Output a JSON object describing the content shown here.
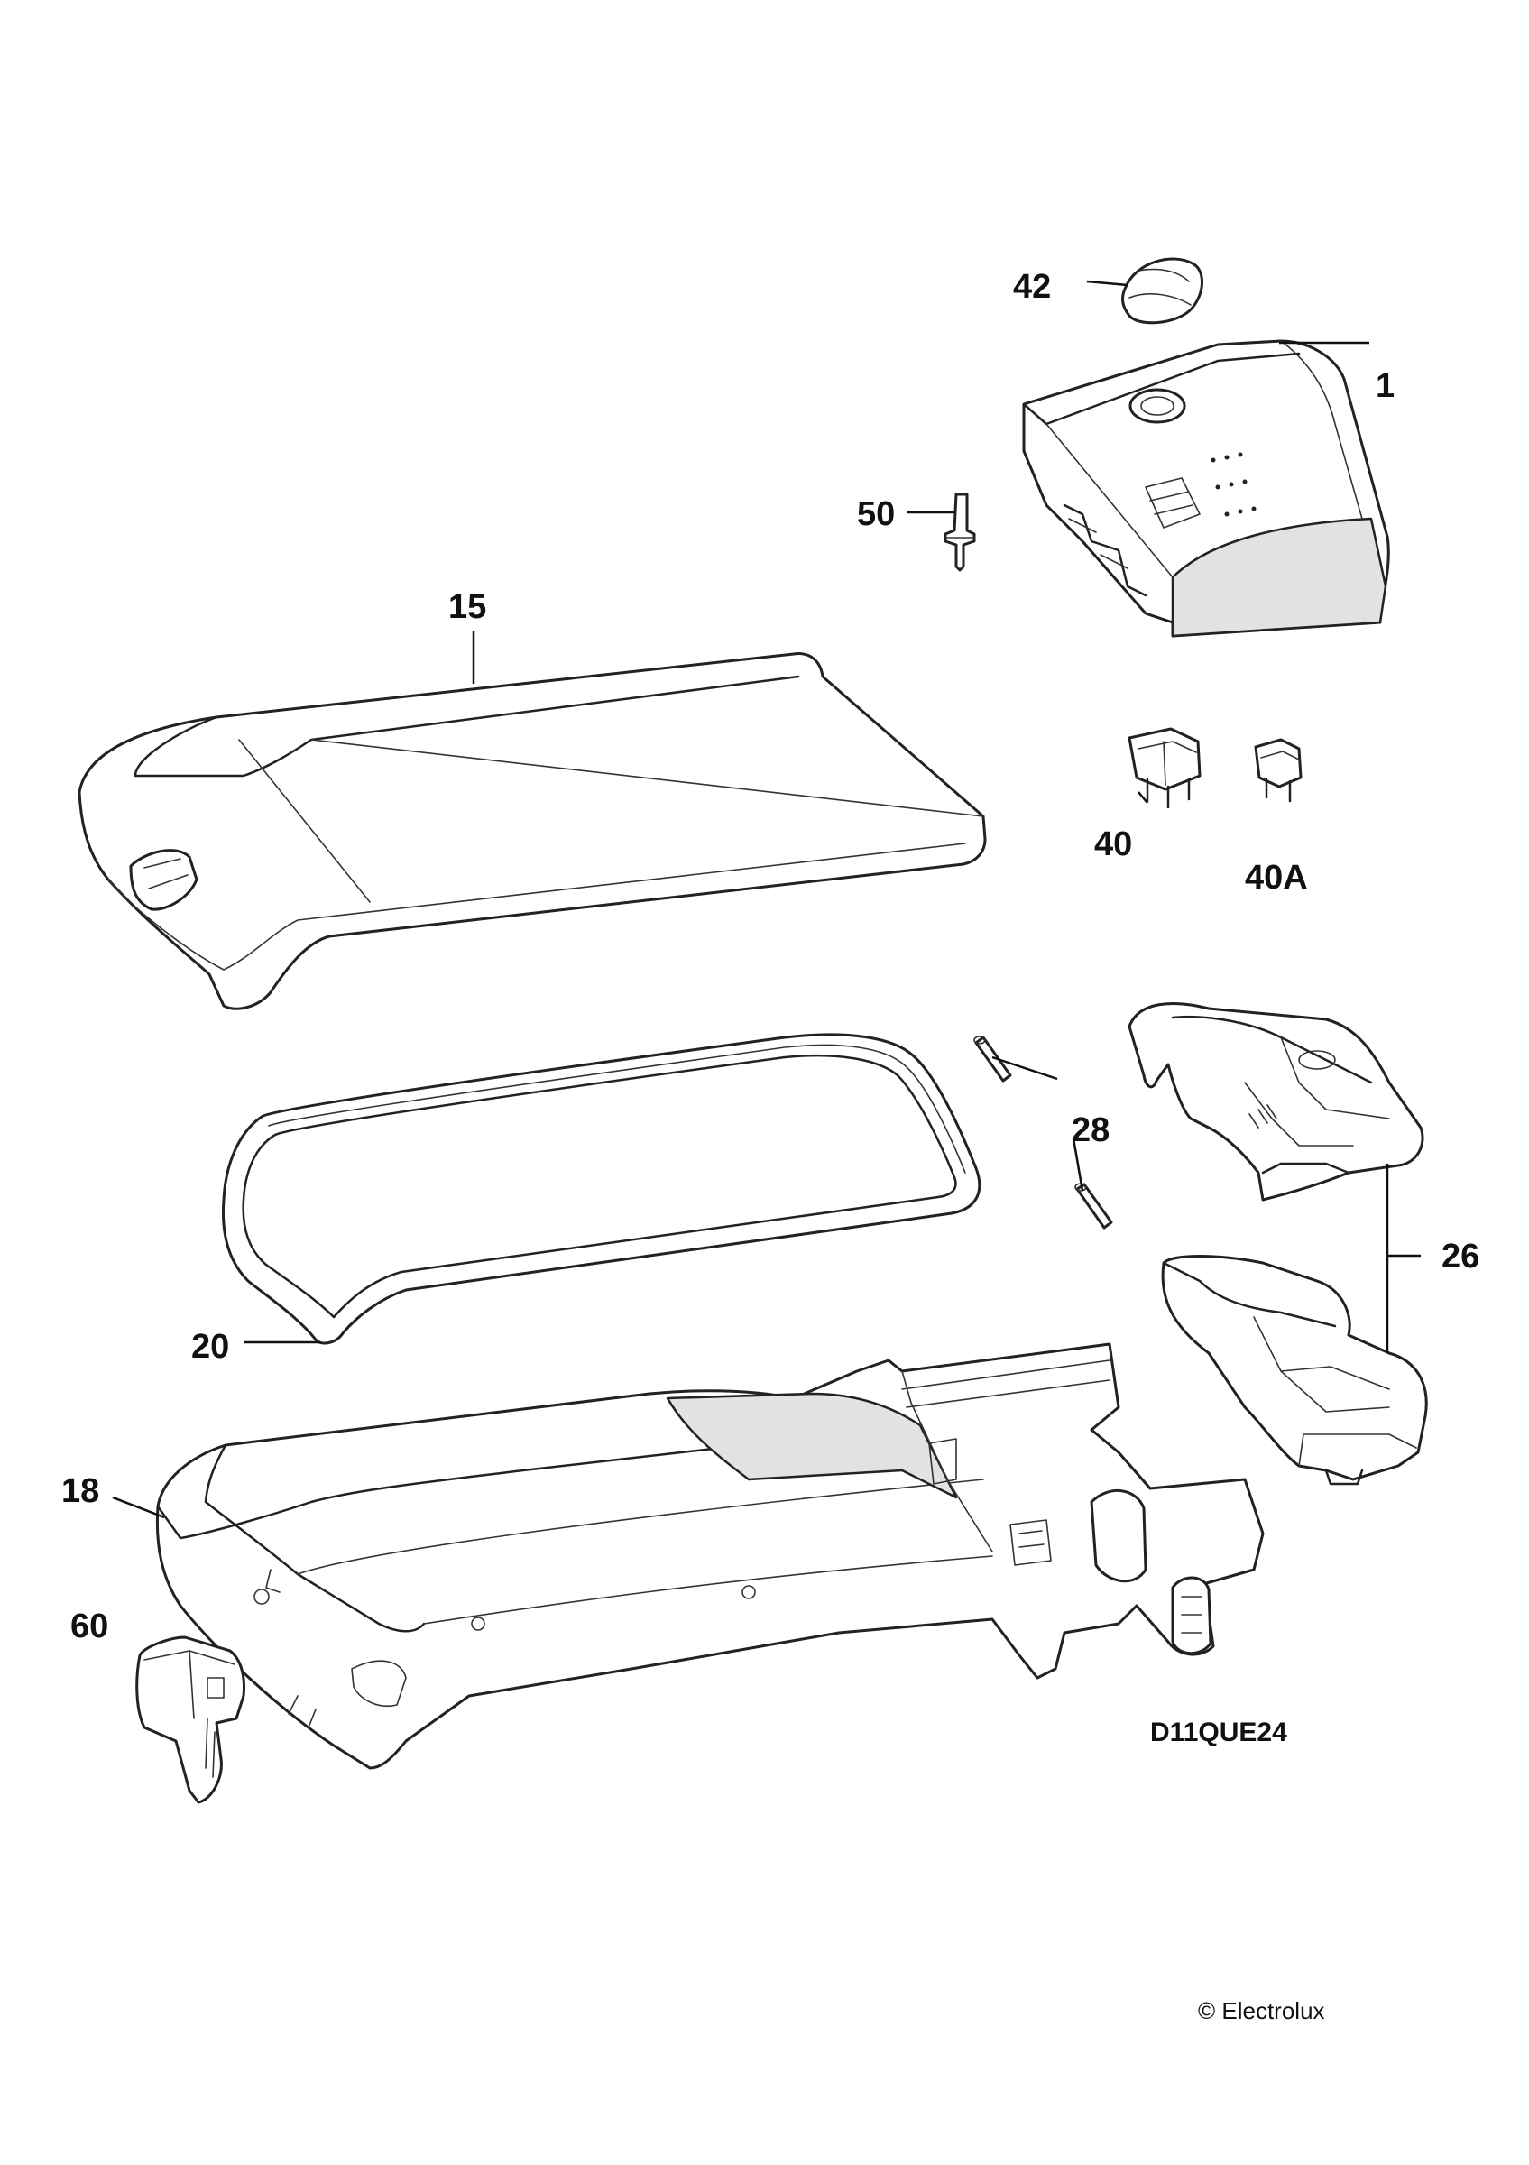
{
  "labels": {
    "p42": "42",
    "p1": "1",
    "p50": "50",
    "p15": "15",
    "p40": "40",
    "p40a": "40A",
    "p28": "28",
    "p26": "26",
    "p20": "20",
    "p18": "18",
    "p60": "60"
  },
  "diagram_code": "D11QUE24",
  "copyright": "© Electrolux"
}
